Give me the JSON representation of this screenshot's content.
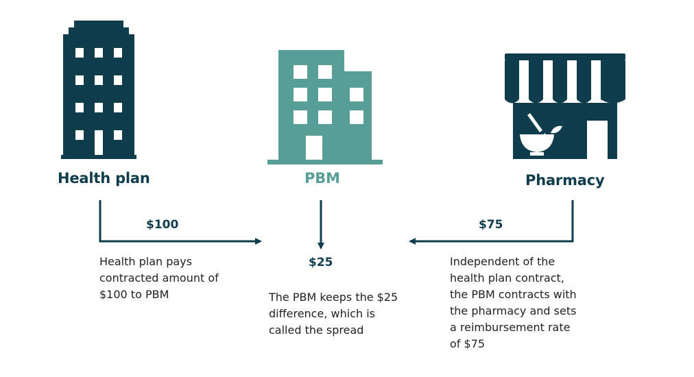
{
  "colors": {
    "dark": "#0f3d4c",
    "teal": "#579e97",
    "text": "#222222"
  },
  "nodes": {
    "health_plan": {
      "label": "Health plan",
      "icon": "office-tower-icon"
    },
    "pbm": {
      "label": "PBM",
      "icon": "office-building-icon"
    },
    "pharmacy": {
      "label": "Pharmacy",
      "icon": "pharmacy-storefront-icon"
    }
  },
  "flows": {
    "health_plan_to_pbm": {
      "amount": "$100",
      "description": "Health plan pays\ncontracted amount of\n$100 to PBM"
    },
    "spread": {
      "amount": "$25",
      "description": "The PBM keeps the $25\ndifference, which is\ncalled the spread"
    },
    "pharmacy_to_pbm": {
      "amount": "$75",
      "description": "Independent of the\nhealth plan contract,\nthe PBM contracts with\nthe pharmacy and sets\na reimbursement rate\nof $75"
    }
  }
}
